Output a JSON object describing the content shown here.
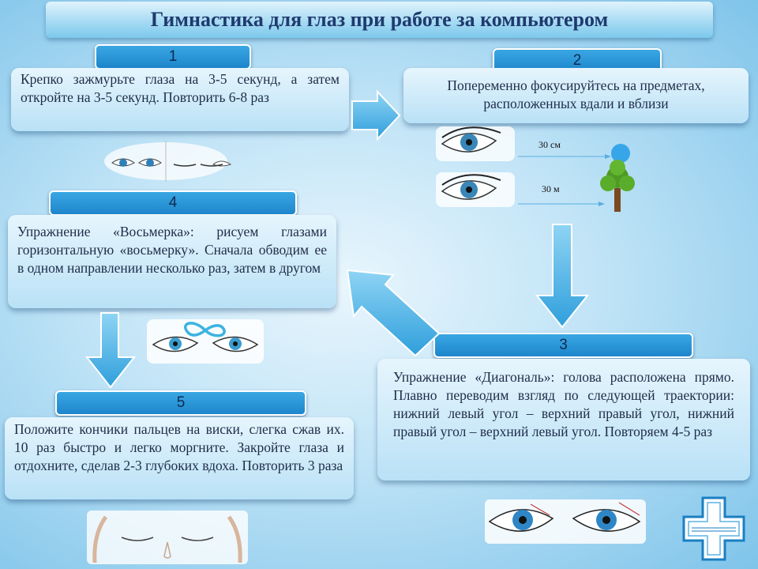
{
  "title": "Гимнастика для глаз при работе за компьютером",
  "steps": [
    {
      "number": "1",
      "text": "Крепко зажмурьте глаза на 3-5 секунд, а затем откройте на 3-5 секунд. Повторить 6-8 раз"
    },
    {
      "number": "2",
      "text": "Попеременно фокусируйтесь на предметах, расположенных вдали и вблизи"
    },
    {
      "number": "3",
      "text": "Упражнение «Диагональ»: голова расположена прямо. Плавно переводим взгляд по следующей траектории: нижний левый угол – верхний правый угол, нижний правый угол – верхний левый угол. Повторяем 4-5 раз"
    },
    {
      "number": "4",
      "text": "Упражнение «Восьмерка»: рисуем глазами горизонтальную «восьмерку». Сначала обводим ее в одном направлении несколько раз, затем в другом"
    },
    {
      "number": "5",
      "text": "Положите кончики пальцев на виски, слегка сжав их. 10 раз быстро и легко моргните. Закройте глаза и отдохните, сделав 2-3 глубоких вдоха. Повторить 3 раза"
    }
  ],
  "distance_labels": {
    "near": "30 см",
    "far": "30 м"
  },
  "colors": {
    "title_text": "#1f3a6e",
    "number_badge": "#2a96d8",
    "arrow": "#4fb5e6",
    "box": "#cbe9f8"
  }
}
